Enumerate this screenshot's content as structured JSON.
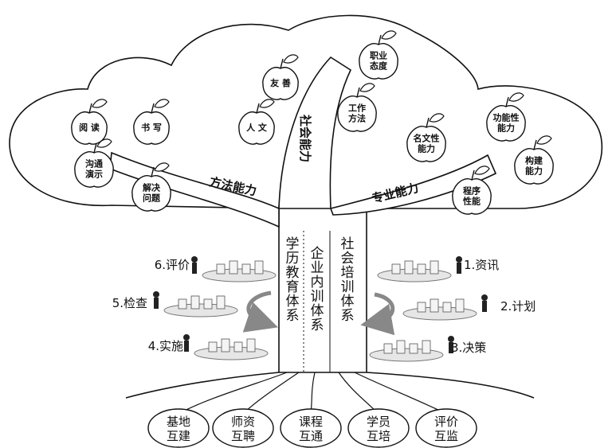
{
  "branches": {
    "left": "方法能力",
    "right": "专业能力",
    "center": "社会能力"
  },
  "apples": [
    {
      "id": "reading",
      "lines": [
        "阅 读"
      ]
    },
    {
      "id": "writing",
      "lines": [
        "书 写"
      ]
    },
    {
      "id": "communication",
      "lines": [
        "沟通",
        "演示"
      ]
    },
    {
      "id": "problem-solving",
      "lines": [
        "解决",
        "问题"
      ]
    },
    {
      "id": "friendly",
      "lines": [
        "友 善"
      ]
    },
    {
      "id": "humanities",
      "lines": [
        "人 文"
      ]
    },
    {
      "id": "work-attitude",
      "lines": [
        "职业",
        "态度"
      ]
    },
    {
      "id": "work-method",
      "lines": [
        "工作",
        "方法"
      ]
    },
    {
      "id": "technical",
      "lines": [
        "名文性",
        "能力"
      ]
    },
    {
      "id": "functional",
      "lines": [
        "功能性",
        "能力"
      ]
    },
    {
      "id": "construction",
      "lines": [
        "构建",
        "能力"
      ]
    },
    {
      "id": "program",
      "lines": [
        "程序",
        "性能"
      ]
    }
  ],
  "trunk": [
    {
      "id": "academic",
      "chars": [
        "学",
        "历",
        "教",
        "育",
        "体",
        "系"
      ]
    },
    {
      "id": "enterprise",
      "chars": [
        "企",
        "业",
        "内",
        "训",
        "体",
        "系"
      ]
    },
    {
      "id": "social",
      "chars": [
        "社",
        "会",
        "培",
        "训",
        "体",
        "系"
      ]
    }
  ],
  "steps": [
    {
      "id": "info",
      "label": "1.资讯"
    },
    {
      "id": "plan",
      "label": "2.计划"
    },
    {
      "id": "decision",
      "label": "3.决策"
    },
    {
      "id": "implement",
      "label": "4.实施"
    },
    {
      "id": "check",
      "label": "5.检查"
    },
    {
      "id": "evaluate",
      "label": "6.评价"
    }
  ],
  "roots": [
    {
      "id": "base",
      "lines": [
        "基地",
        "互建"
      ]
    },
    {
      "id": "teachers",
      "lines": [
        "师资",
        "互聘"
      ]
    },
    {
      "id": "courses",
      "lines": [
        "课程",
        "互通"
      ]
    },
    {
      "id": "students",
      "lines": [
        "学员",
        "互培"
      ]
    },
    {
      "id": "assessment",
      "lines": [
        "评价",
        "互监"
      ]
    }
  ]
}
